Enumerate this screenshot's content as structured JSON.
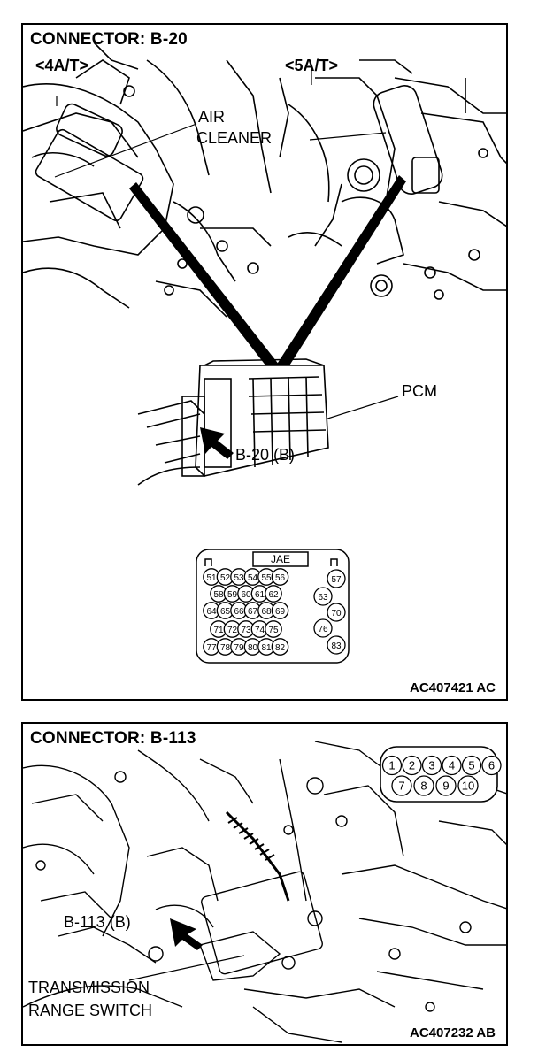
{
  "panel1": {
    "title": "CONNECTOR: B-20",
    "variant_4at": "<4A/T>",
    "variant_5at": "<5A/T>",
    "air_cleaner_line1": "AIR",
    "air_cleaner_line2": "CLEANER",
    "pcm_label": "PCM",
    "connector_callout": "B-20 (B)",
    "connector_face_label": "JAE",
    "pins_row1": [
      "51",
      "52",
      "53",
      "54",
      "55",
      "56",
      "57"
    ],
    "pins_row2": [
      "58",
      "59",
      "60",
      "61",
      "62",
      "63"
    ],
    "pins_row3": [
      "64",
      "65",
      "66",
      "67",
      "68",
      "69",
      "70"
    ],
    "pins_row4": [
      "71",
      "72",
      "73",
      "74",
      "75",
      "76"
    ],
    "pins_row5": [
      "77",
      "78",
      "79",
      "80",
      "81",
      "82",
      "83"
    ],
    "figure_code": "AC407421 AC"
  },
  "panel2": {
    "title": "CONNECTOR: B-113",
    "connector_callout": "B-113 (B)",
    "switch_line1": "TRANSMISSION",
    "switch_line2": "RANGE SWITCH",
    "pins_row1": [
      "1",
      "2",
      "3",
      "4",
      "5",
      "6"
    ],
    "pins_row2": [
      "7",
      "8",
      "9",
      "10"
    ],
    "figure_code": "AC407232 AB"
  }
}
